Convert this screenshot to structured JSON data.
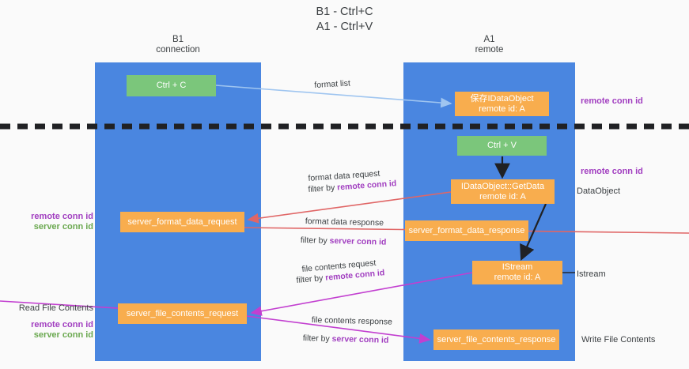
{
  "title": {
    "line1": "B1 - Ctrl+C",
    "line2": "A1 - Ctrl+V"
  },
  "lanes": [
    {
      "id": "b1",
      "line1": "B1",
      "line2": "connection",
      "color": "#4a86e0"
    },
    {
      "id": "a1",
      "line1": "A1",
      "line2": "remote",
      "color": "#4a86e0"
    }
  ],
  "nodes": {
    "ctrl_c": {
      "line1": "Ctrl + C",
      "color": "#7bc67b"
    },
    "idataobject": {
      "line1": "保存IDataObject",
      "line2": "remote id: A",
      "color": "#f8ad4e"
    },
    "ctrl_v": {
      "line1": "Ctrl + V",
      "color": "#7bc67b"
    },
    "getdata": {
      "line1": "IDataObject::GetData",
      "line2": "remote id: A",
      "color": "#f8ad4e"
    },
    "server_format_data_request": {
      "line1": "server_format_data_request",
      "color": "#f8ad4e"
    },
    "server_format_data_response": {
      "line1": "server_format_data_response",
      "color": "#f8ad4e"
    },
    "istream": {
      "line1": "IStream",
      "line2": "remote id: A",
      "color": "#f8ad4e"
    },
    "server_file_contents_request": {
      "line1": "server_file_contents_request",
      "color": "#f8ad4e"
    },
    "server_file_contents_response": {
      "line1": "server_file_contents_response",
      "color": "#f8ad4e"
    }
  },
  "edge_labels": {
    "format_list": "format list",
    "format_data_request": "format data request",
    "format_data_response": "format data response",
    "file_contents_request": "file contents request",
    "file_contents_response": "file contents response",
    "filter_by": "filter by ",
    "remote_conn_id": "remote conn id",
    "server_conn_id": "server conn id"
  },
  "annotations": {
    "right_remote_conn_id_top": "remote conn id",
    "right_remote_conn_id_mid": "remote conn id",
    "right_dataobject": "DataObject",
    "right_istream": "Istream",
    "right_write_file_contents": "Write File Contents",
    "left_remote_conn_id": "remote conn id",
    "left_server_conn_id": "server conn id",
    "left_read_file_contents": "Read File Contents"
  },
  "colors": {
    "purple": "#a13ec0",
    "green": "#6aa84f",
    "lane_blue": "#4a86e0",
    "node_green": "#7bc67b",
    "node_orange": "#f8ad4e",
    "arrow_light_blue": "#9fc5f0",
    "arrow_red": "#e06666",
    "arrow_magenta": "#c23fd0",
    "arrow_black": "#202124",
    "background": "#fafafa"
  }
}
